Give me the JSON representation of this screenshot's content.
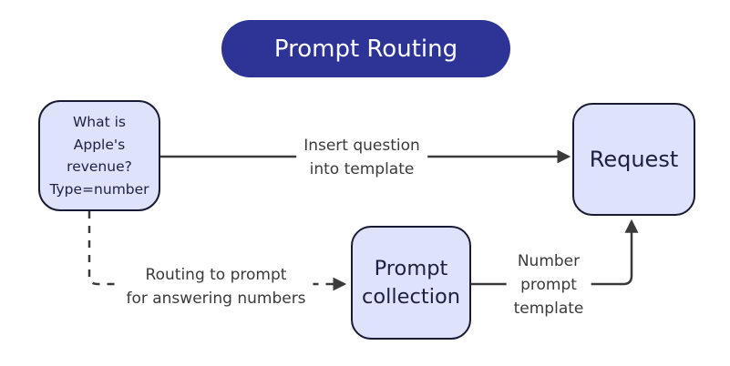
{
  "title": "Prompt Routing",
  "nodes": {
    "question": {
      "label": "What is\nApple's\nrevenue?\nType=number"
    },
    "request": {
      "label": "Request"
    },
    "prompt_collection": {
      "label": "Prompt\ncollection"
    }
  },
  "edges": {
    "insert_question": {
      "label": "Insert question\ninto template",
      "style": "solid",
      "from": "question",
      "to": "request"
    },
    "routing": {
      "label": "Routing to prompt\nfor answering numbers",
      "style": "dashed",
      "from": "question",
      "to": "prompt_collection"
    },
    "number_template": {
      "label": "Number\nprompt\ntemplate",
      "style": "solid",
      "from": "prompt_collection",
      "to": "request"
    }
  },
  "colors": {
    "canvas-bg": "#ffffff",
    "title-bg": "#2d3496",
    "title-text": "#ffffff",
    "node-fill": "#dee2fb",
    "node-border": "#191a33",
    "node-text": "#1c2142",
    "line": "#3a3a3a",
    "label-text": "#3a3a3a"
  }
}
